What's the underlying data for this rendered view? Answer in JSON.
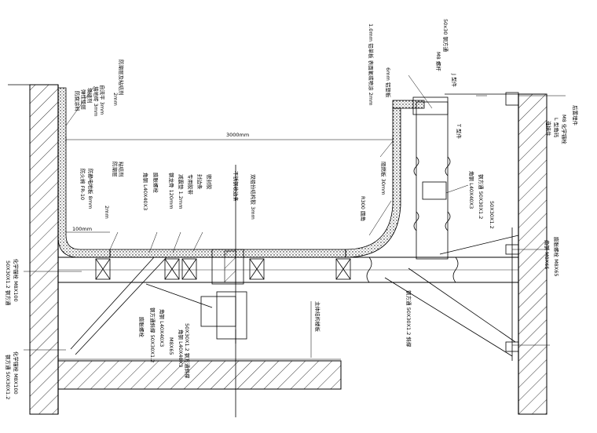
{
  "dimension": {
    "span": "3000mm",
    "corner": "100mm"
  },
  "labels": {
    "l_waterproof_top": "防潮层及粘结剂",
    "l_thickness_2": "2mm",
    "l_cement": "自流平 3mm",
    "l_tile": "墙地砖 3mm",
    "l_joint": "填缝剂",
    "l_rubber": "弹性垫层",
    "l_coating": "防腐涂料",
    "l_glue": "粘结剂",
    "l_moisture": "防潮层",
    "l_floor_8": "防静电地板 8mm",
    "l_fire": "防火棉 FR-10",
    "l_2mm_b": "2mm",
    "l_steel_angle": "角钢 L40X40X3",
    "l_bolt": "膨胀螺栓",
    "l_frame": "钢龙骨 120mm",
    "l_pad": "减震垫 1.2mm",
    "l_joint_tape": "专用胶带",
    "l_plate": "封边条",
    "l_seal": "密封胶",
    "l_center_a": "不锈钢收边条",
    "l_center_b": "双组份结构胶 3mm",
    "l_fill": "阻燃板 30mm",
    "l_base": "R300 圆角",
    "l_top_panel": "1.0mm 铝单板 表面氟碳喷涂 2mm",
    "l_6mm": "6mm 铝塑板",
    "l_steel_50": "50x30 钢方通",
    "l_m8": "M8 螺杆",
    "l_j": "J 型件",
    "l_t": "T 型件",
    "l_right_1": "后置埋件",
    "l_right_2": "M8 化学锚栓",
    "l_right_3": "L 型角码",
    "l_right_4": "连接件",
    "l_angle_40": "角钢 L40X40X3",
    "l_tube_50": "钢方通 50X30X1.2",
    "l_tube_50b": "50X30X1.2",
    "l_anchor": "膨胀螺栓 M8X65",
    "l_anchor_b": "角钢 M8X65",
    "l_left_a": "化学锚栓 M8X100",
    "l_left_b": "50X30X1.2 钢方通",
    "l_left_c": "化学锚栓 M8X100",
    "l_left_d": "钢方通 50X30X1.2",
    "l_mid_a": "钢方通斜撑 50X30X1.2",
    "l_mid_b": "角钢 L40X40X3",
    "l_mid_c": "膨胀螺栓",
    "l_mid_d": "50X30X1.2 钢方通斜撑",
    "l_mid_e": "角钢 L40X40X3",
    "l_mid_f": "M8X65",
    "l_struct": "主体结构楼板",
    "l_right_low": "钢方通 50X30X1.2 斜撑"
  }
}
